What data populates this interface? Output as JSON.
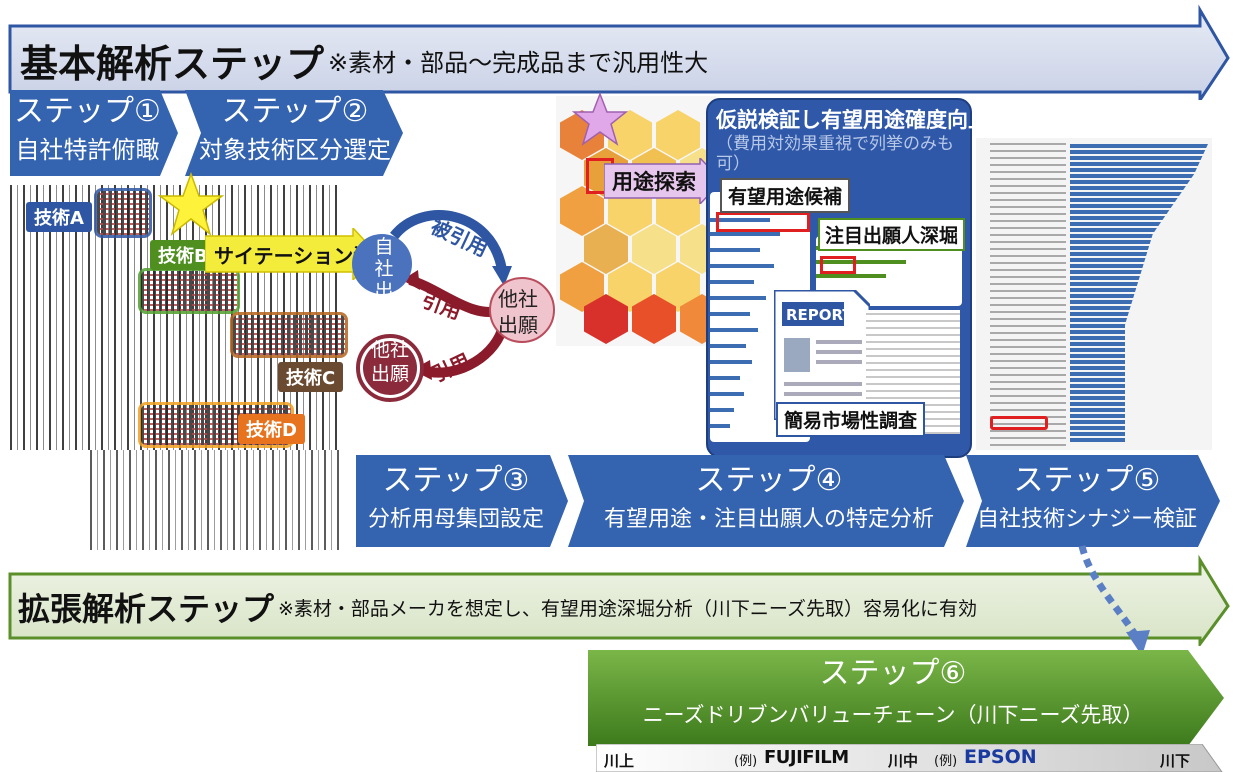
{
  "basic": {
    "title": "基本解析ステップ",
    "note": "※素材・部品～完成品まで汎用性大"
  },
  "extended": {
    "title": "拡張解析ステップ",
    "note": "※素材・部品メーカを想定し、有望用途深堀分析（川下ニーズ先取）容易化に有効"
  },
  "steps": [
    {
      "label": "ステップ①",
      "desc": "自社特許俯瞰"
    },
    {
      "label": "ステップ②",
      "desc": "対象技術区分選定"
    },
    {
      "label": "ステップ③",
      "desc": "分析用母集団設定"
    },
    {
      "label": "ステップ④",
      "desc": "有望用途・注目出願人の特定分析"
    },
    {
      "label": "ステップ⑤",
      "desc": "自社技術シナジー検証"
    },
    {
      "label": "ステップ⑥",
      "desc": "ニーズドリブンバリューチェーン（川下ニーズ先取）"
    }
  ],
  "tech_tags": {
    "a": "技術A",
    "b": "技術B",
    "c": "技術C",
    "d": "技術D"
  },
  "citation": {
    "method": "サイテーション法",
    "own": "自社出願",
    "other": "他社出願",
    "other2": "他社出願",
    "cited": "被引用",
    "cite1": "引用",
    "cite2": "引用"
  },
  "step4_panel": {
    "title": "仮説検証し有望用途確度向上",
    "sub": "（費用対効果重視で列挙のみも可）",
    "explore": "用途探索",
    "candidate": "有望用途候補",
    "applicant": "注目出願人深堀",
    "report": "REPORT",
    "survey": "簡易市場性調査"
  },
  "value_chain": {
    "upstream": "川上",
    "ex1": "(例)",
    "brand1": "FUJIFILM",
    "midstream": "川中",
    "ex2": "(例)",
    "brand2": "EPSON",
    "downstream": "川下"
  },
  "colors": {
    "blue": "#2e56a3",
    "green": "#4f8f1f",
    "orange": "#e8731e",
    "brown": "#6b4a32",
    "maroon": "#8b2a3a"
  }
}
